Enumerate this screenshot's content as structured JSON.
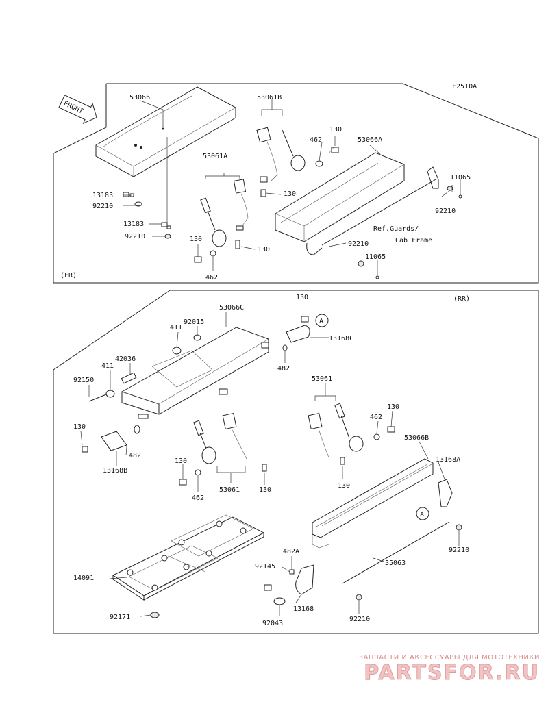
{
  "diagram_code": "F2510A",
  "front_arrow": "FRONT",
  "sections": {
    "front": "(FR)",
    "rear": "(RR)"
  },
  "labels": {
    "l53066": "53066",
    "l53061B": "53061B",
    "l130a": "130",
    "l462a": "462",
    "l53066A": "53066A",
    "l11065a": "11065",
    "l92210a": "92210",
    "l53061A": "53061A",
    "l13183a": "13183",
    "l92210b": "92210",
    "l13183b": "13183",
    "l92210c": "92210",
    "l130b": "130",
    "l130c": "130",
    "l462b": "462",
    "l92210d": "92210",
    "l11065b": "11065",
    "lref1": "Ref.Guards/",
    "lref2": "Cab Frame",
    "l130top": "130",
    "l92015": "92015",
    "l53066C": "53066C",
    "l411a": "411",
    "l42036": "42036",
    "l411b": "411",
    "l92150": "92150",
    "l13168C": "13168C",
    "l482a": "482",
    "l53061a": "53061",
    "l462c": "462",
    "l130d": "130",
    "l130e": "130",
    "l482b": "482",
    "l13168B": "13168B",
    "l53066B": "53066B",
    "l13168A": "13168A",
    "l130f": "130",
    "l462d": "462",
    "l53061b": "53061",
    "l130g": "130",
    "l130h": "130",
    "l14091": "14091",
    "l482A": "482A",
    "l92145": "92145",
    "l92210e": "92210",
    "l35063": "35063",
    "l13168": "13168",
    "l92043": "92043",
    "l92210f": "92210",
    "l92171": "92171",
    "lA1": "A",
    "lA2": "A"
  },
  "watermark": {
    "tagline": "ЗАПЧАСТИ И АКСЕССУАРЫ ДЛЯ МОТОТЕХНИКИ",
    "logo": "PARTSFOR.RU"
  }
}
